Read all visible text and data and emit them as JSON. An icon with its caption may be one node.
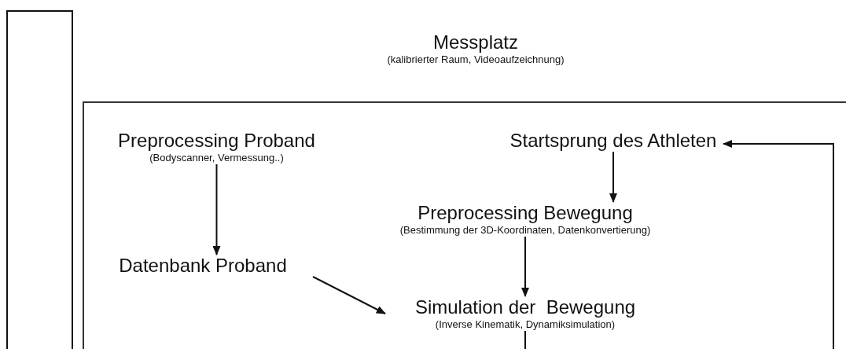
{
  "diagram": {
    "nodes": [
      {
        "text": [],
        "shape": "box"
      },
      {
        "text": [
          "Messplatz",
          "(kalibrierter Raum, Videoaufzeichnung)"
        ]
      },
      {
        "text": [
          "Preprocessing Proband",
          "(Bodyscanner, Vermessung..)"
        ],
        "in": 1
      },
      {
        "text": [
          "Startsprung des Athleten"
        ],
        "in": 1
      },
      {
        "text": [
          "Preprocessing Bewegung",
          "(Bestimmung der 3D-Koordinaten, Datenkonvertierung)"
        ],
        "in": 1
      },
      {
        "text": [
          "Datenbank Proband"
        ],
        "in": 1
      },
      {
        "text": [
          "Simulation der  Bewegung",
          "(Inverse Kinematik, Dynamiksimulation)"
        ],
        "in": 1
      }
    ],
    "edges": [
      {
        "from": 2,
        "to": 5,
        "arrow": "to"
      },
      {
        "from": 3,
        "to": 4,
        "arrow": "to"
      },
      {
        "from": 4,
        "to": 6,
        "arrow": "to"
      },
      {
        "from": 5,
        "to": 6,
        "arrow": "to"
      },
      {
        "from": 6,
        "to": null,
        "arrow": "none"
      },
      {
        "from": null,
        "to": 3,
        "arrow": "to"
      }
    ]
  }
}
